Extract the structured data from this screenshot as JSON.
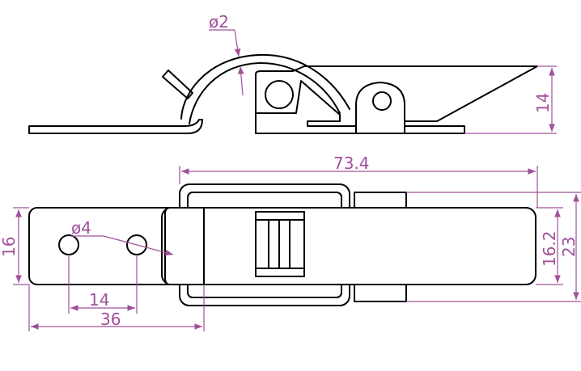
{
  "dimensions": {
    "pin_diameter": "ø2",
    "side_height": "14",
    "overall_length": "73.4",
    "base_width": "16",
    "hole_diameter": "ø4",
    "hole_spacing": "14",
    "base_length": "36",
    "keeper_width": "16.2",
    "overall_width": "23"
  },
  "colors": {
    "drawing": "#000000",
    "dimension": "#a0509a",
    "background": "#ffffff"
  }
}
